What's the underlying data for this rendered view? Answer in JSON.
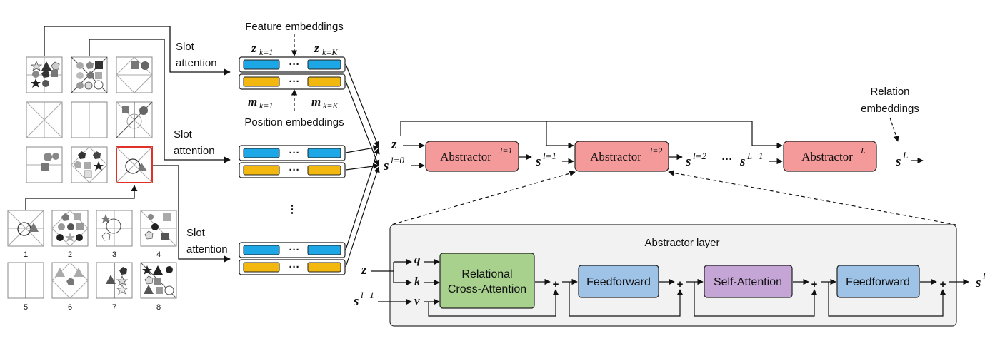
{
  "labels": {
    "feature_embeddings": "Feature embeddings",
    "position_embeddings": "Position embeddings",
    "relation_embeddings_1": "Relation",
    "relation_embeddings_2": "embeddings",
    "slot": "Slot",
    "attention": "attention",
    "dots": "···",
    "vdots": "⋮"
  },
  "math": {
    "z_k1": "z",
    "z_k1_sub": "k=1",
    "z_kK": "z",
    "z_kK_sub": "k=K",
    "m_k1": "m",
    "m_k1_sub": "k=1",
    "m_kK": "m",
    "m_kK_sub": "k=K",
    "z": "z",
    "s": "s",
    "s_l0_sup": "l=0",
    "s_l1_sup": "l=1",
    "s_l2_sup": "l=2",
    "s_Lm1_sup": "L−1",
    "s_L_sup": "L",
    "s_lm1_sup": "l−1",
    "s_l_sup": "l",
    "q": "q",
    "k": "k",
    "v": "v",
    "plus": "+"
  },
  "abstractors": [
    {
      "name": "Abstractor",
      "sup": "l=1"
    },
    {
      "name": "Abstractor",
      "sup": "l=2"
    },
    {
      "name": "Abstractor",
      "sup": "L"
    }
  ],
  "abstractor_layer": {
    "title": "Abstractor layer",
    "relational_1": "Relational",
    "relational_2": "Cross-Attention",
    "feedforward_1": "Feedforward",
    "self_attention": "Self-Attention",
    "feedforward_2": "Feedforward"
  },
  "answer_numbers": [
    "1",
    "2",
    "3",
    "4",
    "5",
    "6",
    "7",
    "8"
  ],
  "colors": {
    "blue": "#1ea7e6",
    "yellow": "#f2b80f",
    "abstractor": "#f59a9a",
    "relational": "#a8d18d",
    "feedforward": "#9fc3e7",
    "self_attention": "#c4a5d5",
    "layer_bg": "#f2f2f2",
    "highlight": "#e0302a"
  }
}
